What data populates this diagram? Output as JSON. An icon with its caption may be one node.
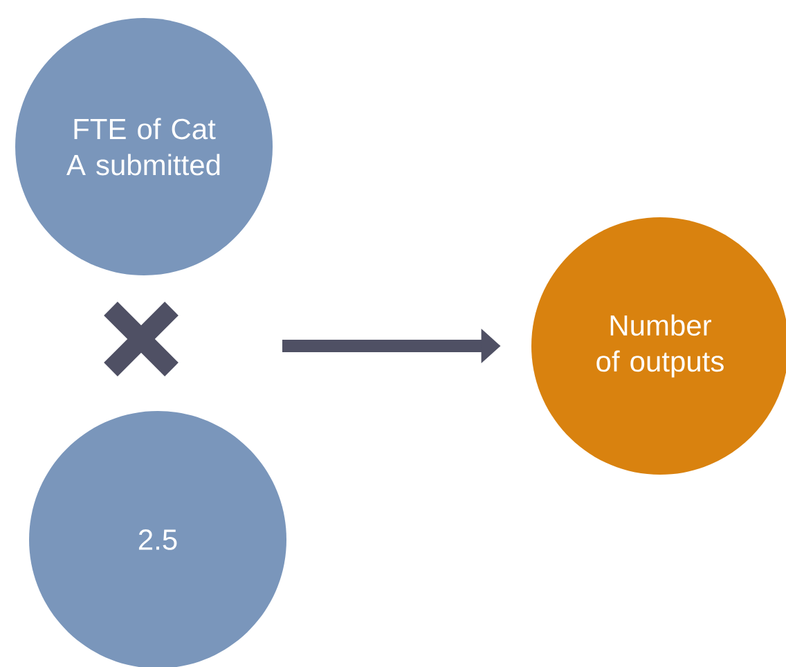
{
  "diagram": {
    "nodes": [
      {
        "text": [
          "FTE of Cat A submitted"
        ]
      },
      {
        "text": [
          "2.5"
        ]
      },
      {
        "text": [
          "Number of outputs"
        ]
      }
    ],
    "edges": [
      {
        "from": null,
        "to": 2,
        "arrow": "to"
      }
    ]
  }
}
